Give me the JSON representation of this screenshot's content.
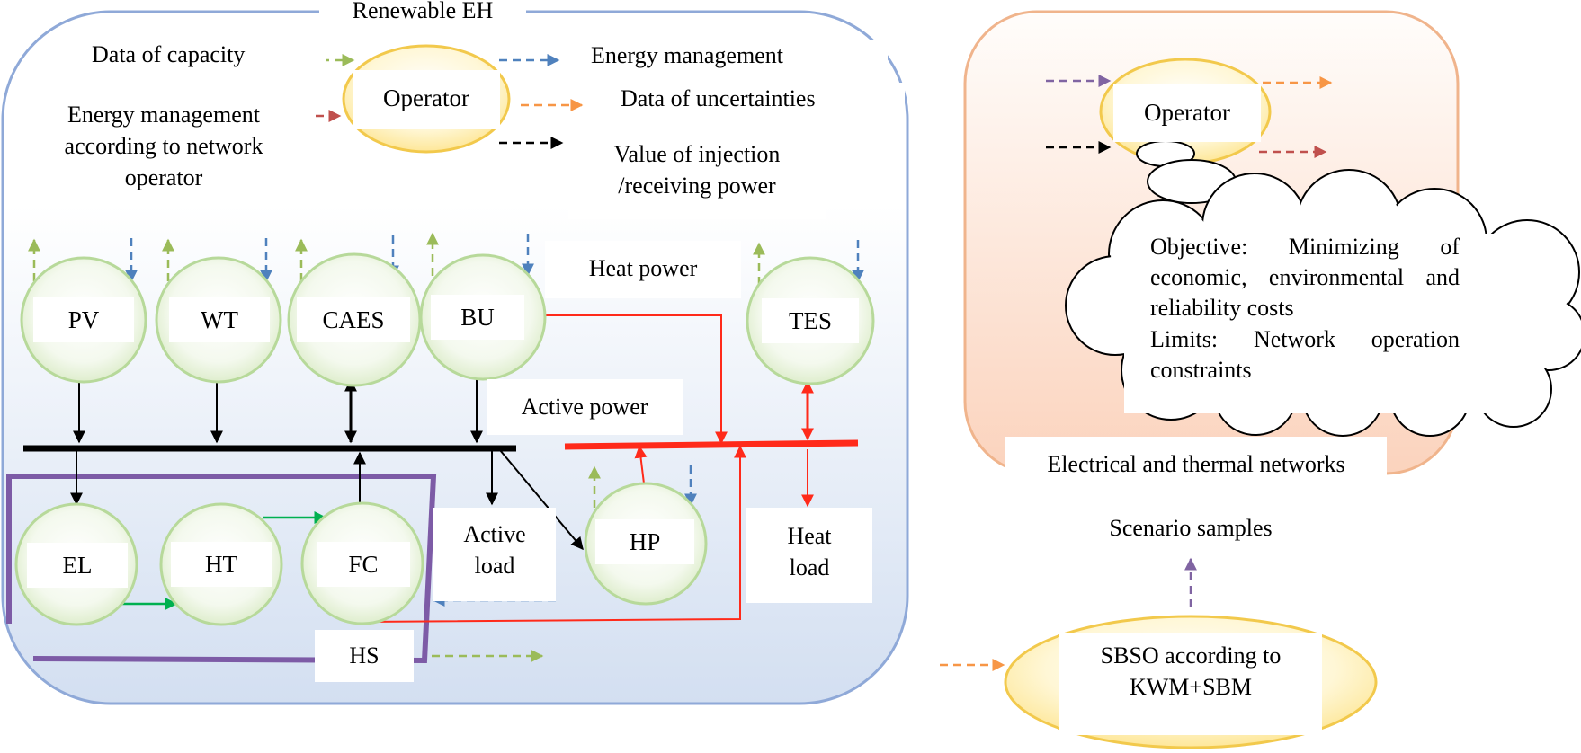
{
  "left_panel": {
    "title": "Renewable EH",
    "capacity_label": "Data of capacity",
    "em_network_label": "Energy management according to network operator",
    "operator_label": "Operator",
    "energy_management_label": "Energy management",
    "uncertainties_label": "Data of uncertainties",
    "injection_label": "Value of injection /receiving power",
    "heat_power_label": "Heat power",
    "active_power_label": "Active power",
    "active_load_label": "Active load",
    "heat_load_label": "Heat load",
    "hs_label": "HS",
    "units": {
      "pv": "PV",
      "wt": "WT",
      "caes": "CAES",
      "bu": "BU",
      "tes": "TES",
      "el": "EL",
      "ht": "HT",
      "fc": "FC",
      "hp": "HP"
    }
  },
  "right_panel": {
    "operator_label": "Operator",
    "objective_text": "Objective: Minimizing of economic, environmental and reliability costs",
    "limits_text": "Limits: Network operation constraints",
    "networks_label": "Electrical and thermal networks",
    "scenario_label": "Scenario samples",
    "sbso_label": "SBSO according to KWM+SBM"
  },
  "colors": {
    "panel_left_border": "#8fa9d8",
    "panel_right_border": "#f0b48c",
    "electric_bus": "#000000",
    "heat_bus": "#ff2a1a",
    "hs_frame": "#7d5ba6",
    "green_arrow": "#9bbb59",
    "blue_arrow": "#4f81bd",
    "orange_arrow": "#f79646",
    "red_arrow": "#c0504d",
    "purple_arrow": "#8064a2",
    "flow_green": "#00b050"
  }
}
